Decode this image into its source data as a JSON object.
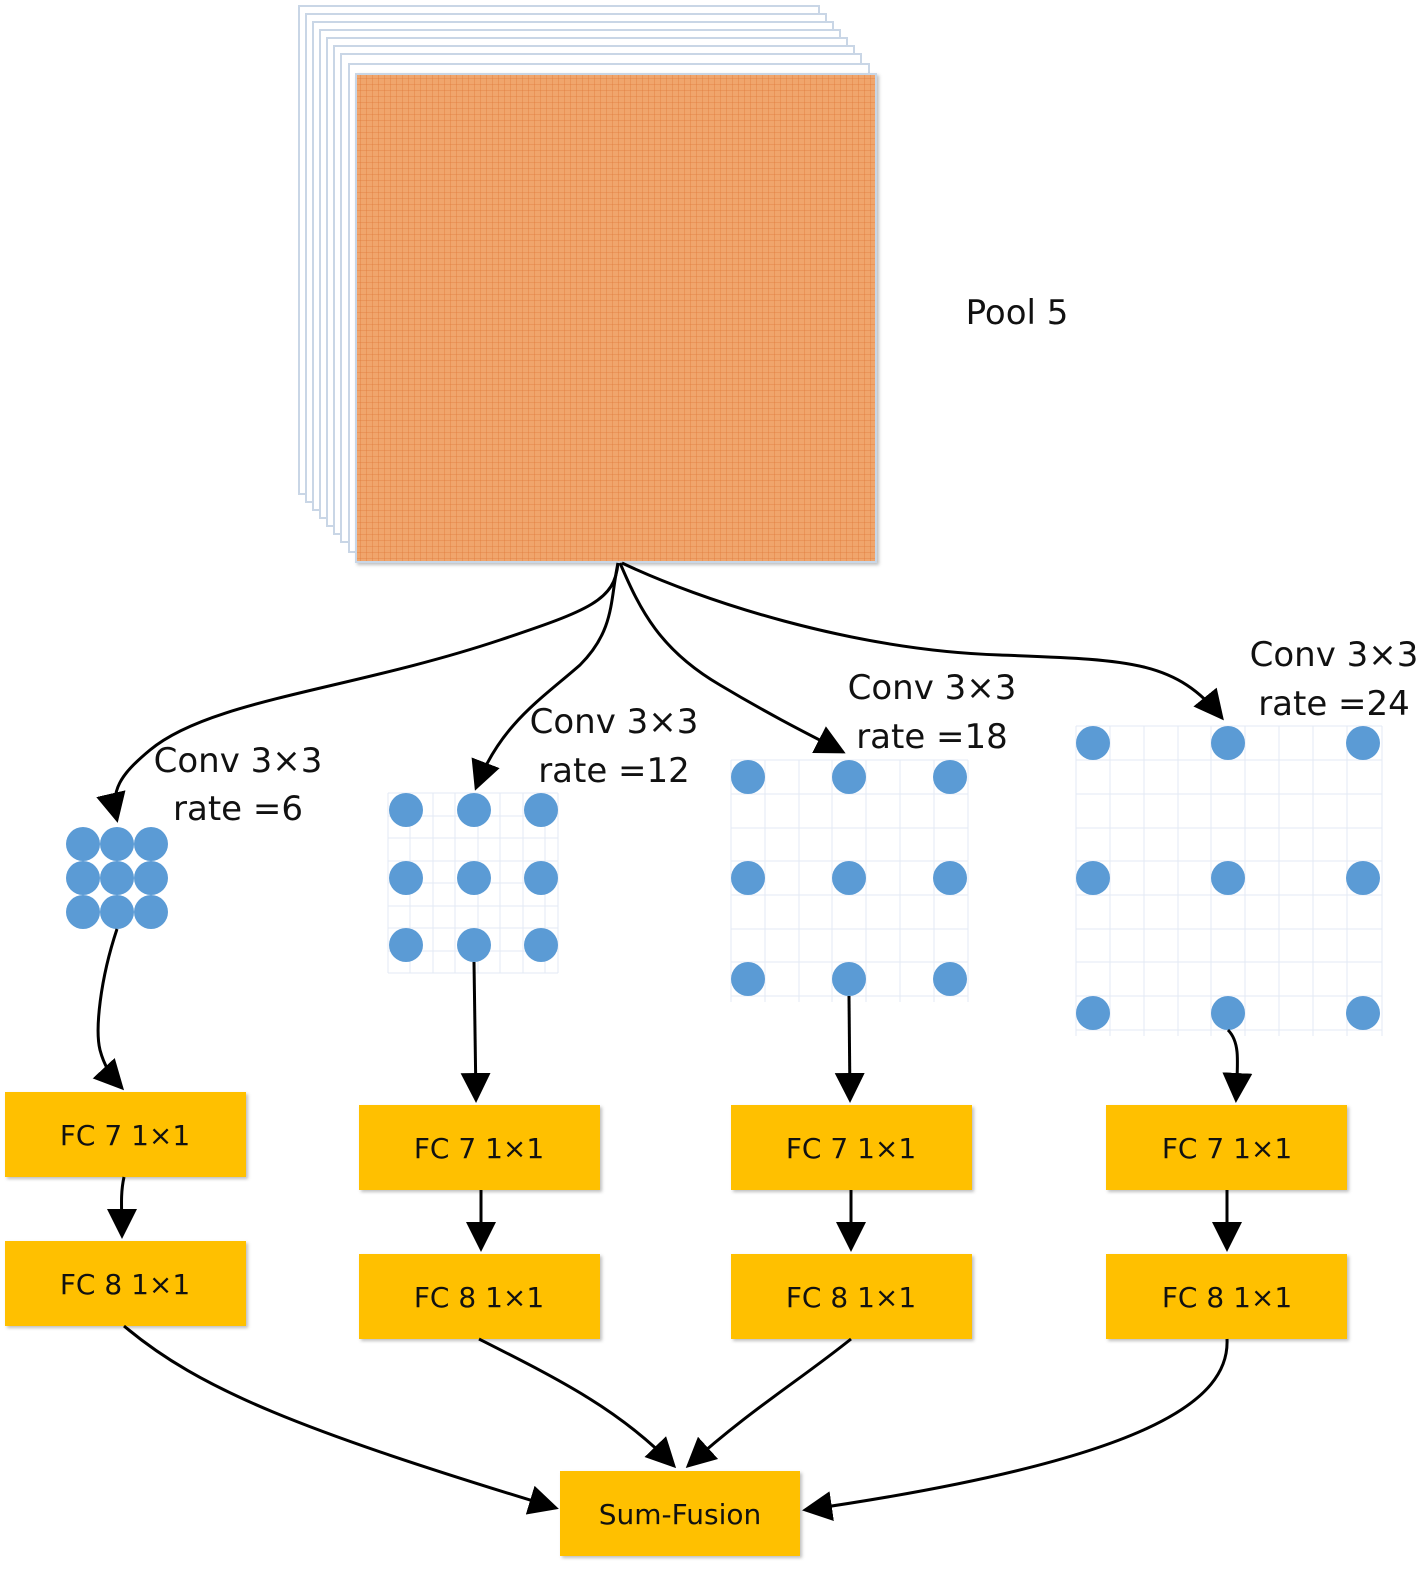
{
  "pool_label": "Pool 5",
  "colors": {
    "feature_map": "#f0a56c",
    "feature_grid": "#e07a3a",
    "dot": "#5b9bd5",
    "box": "#ffc000",
    "arrow": "#000000",
    "grid_line": "#dfe7f2"
  },
  "branches": [
    {
      "conv_label": "Conv 3×3",
      "rate_label": "rate =6",
      "fc7_label": "FC 7 1×1",
      "fc8_label": "FC 8 1×1"
    },
    {
      "conv_label": "Conv 3×3",
      "rate_label": "rate =12",
      "fc7_label": "FC 7 1×1",
      "fc8_label": "FC 8 1×1"
    },
    {
      "conv_label": "Conv 3×3",
      "rate_label": "rate =18",
      "fc7_label": "FC 7 1×1",
      "fc8_label": "FC 8 1×1"
    },
    {
      "conv_label": "Conv 3×3",
      "rate_label": "rate =24",
      "fc7_label": "FC 7 1×1",
      "fc8_label": "FC 8 1×1"
    }
  ],
  "fusion_label": "Sum-Fusion"
}
